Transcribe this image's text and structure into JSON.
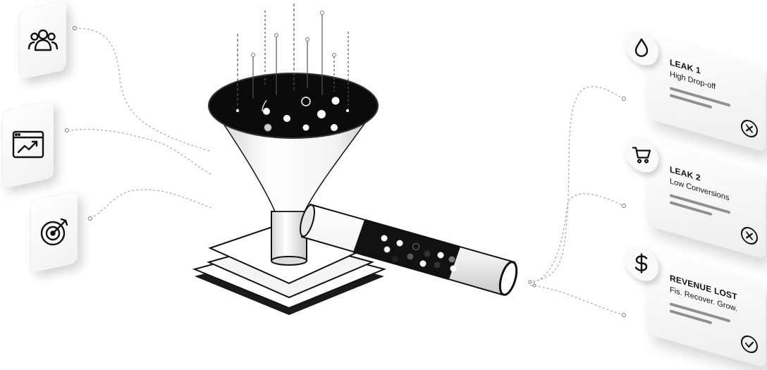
{
  "sources": {
    "items": [
      {
        "icon": "users-icon"
      },
      {
        "icon": "analytics-chart-icon"
      },
      {
        "icon": "target-icon"
      }
    ]
  },
  "funnel": {
    "icon": "funnel-icon"
  },
  "cards": [
    {
      "title": "LEAK 1",
      "subtitle": "High Drop-off",
      "icon": "droplet-icon",
      "status_icon": "x-circle-icon"
    },
    {
      "title": "LEAK 2",
      "subtitle": "Low Conversions",
      "icon": "cart-icon",
      "status_icon": "x-circle-icon"
    },
    {
      "title": "REVENUE LOST",
      "subtitle": "Fis. Recover. Grow.",
      "icon": "dollar-icon",
      "status_icon": "check-circle-icon"
    }
  ],
  "colors": {
    "ink": "#111111",
    "line": "#9a9a9a",
    "bar": "#8f8f8f",
    "background": "#ffffff"
  }
}
